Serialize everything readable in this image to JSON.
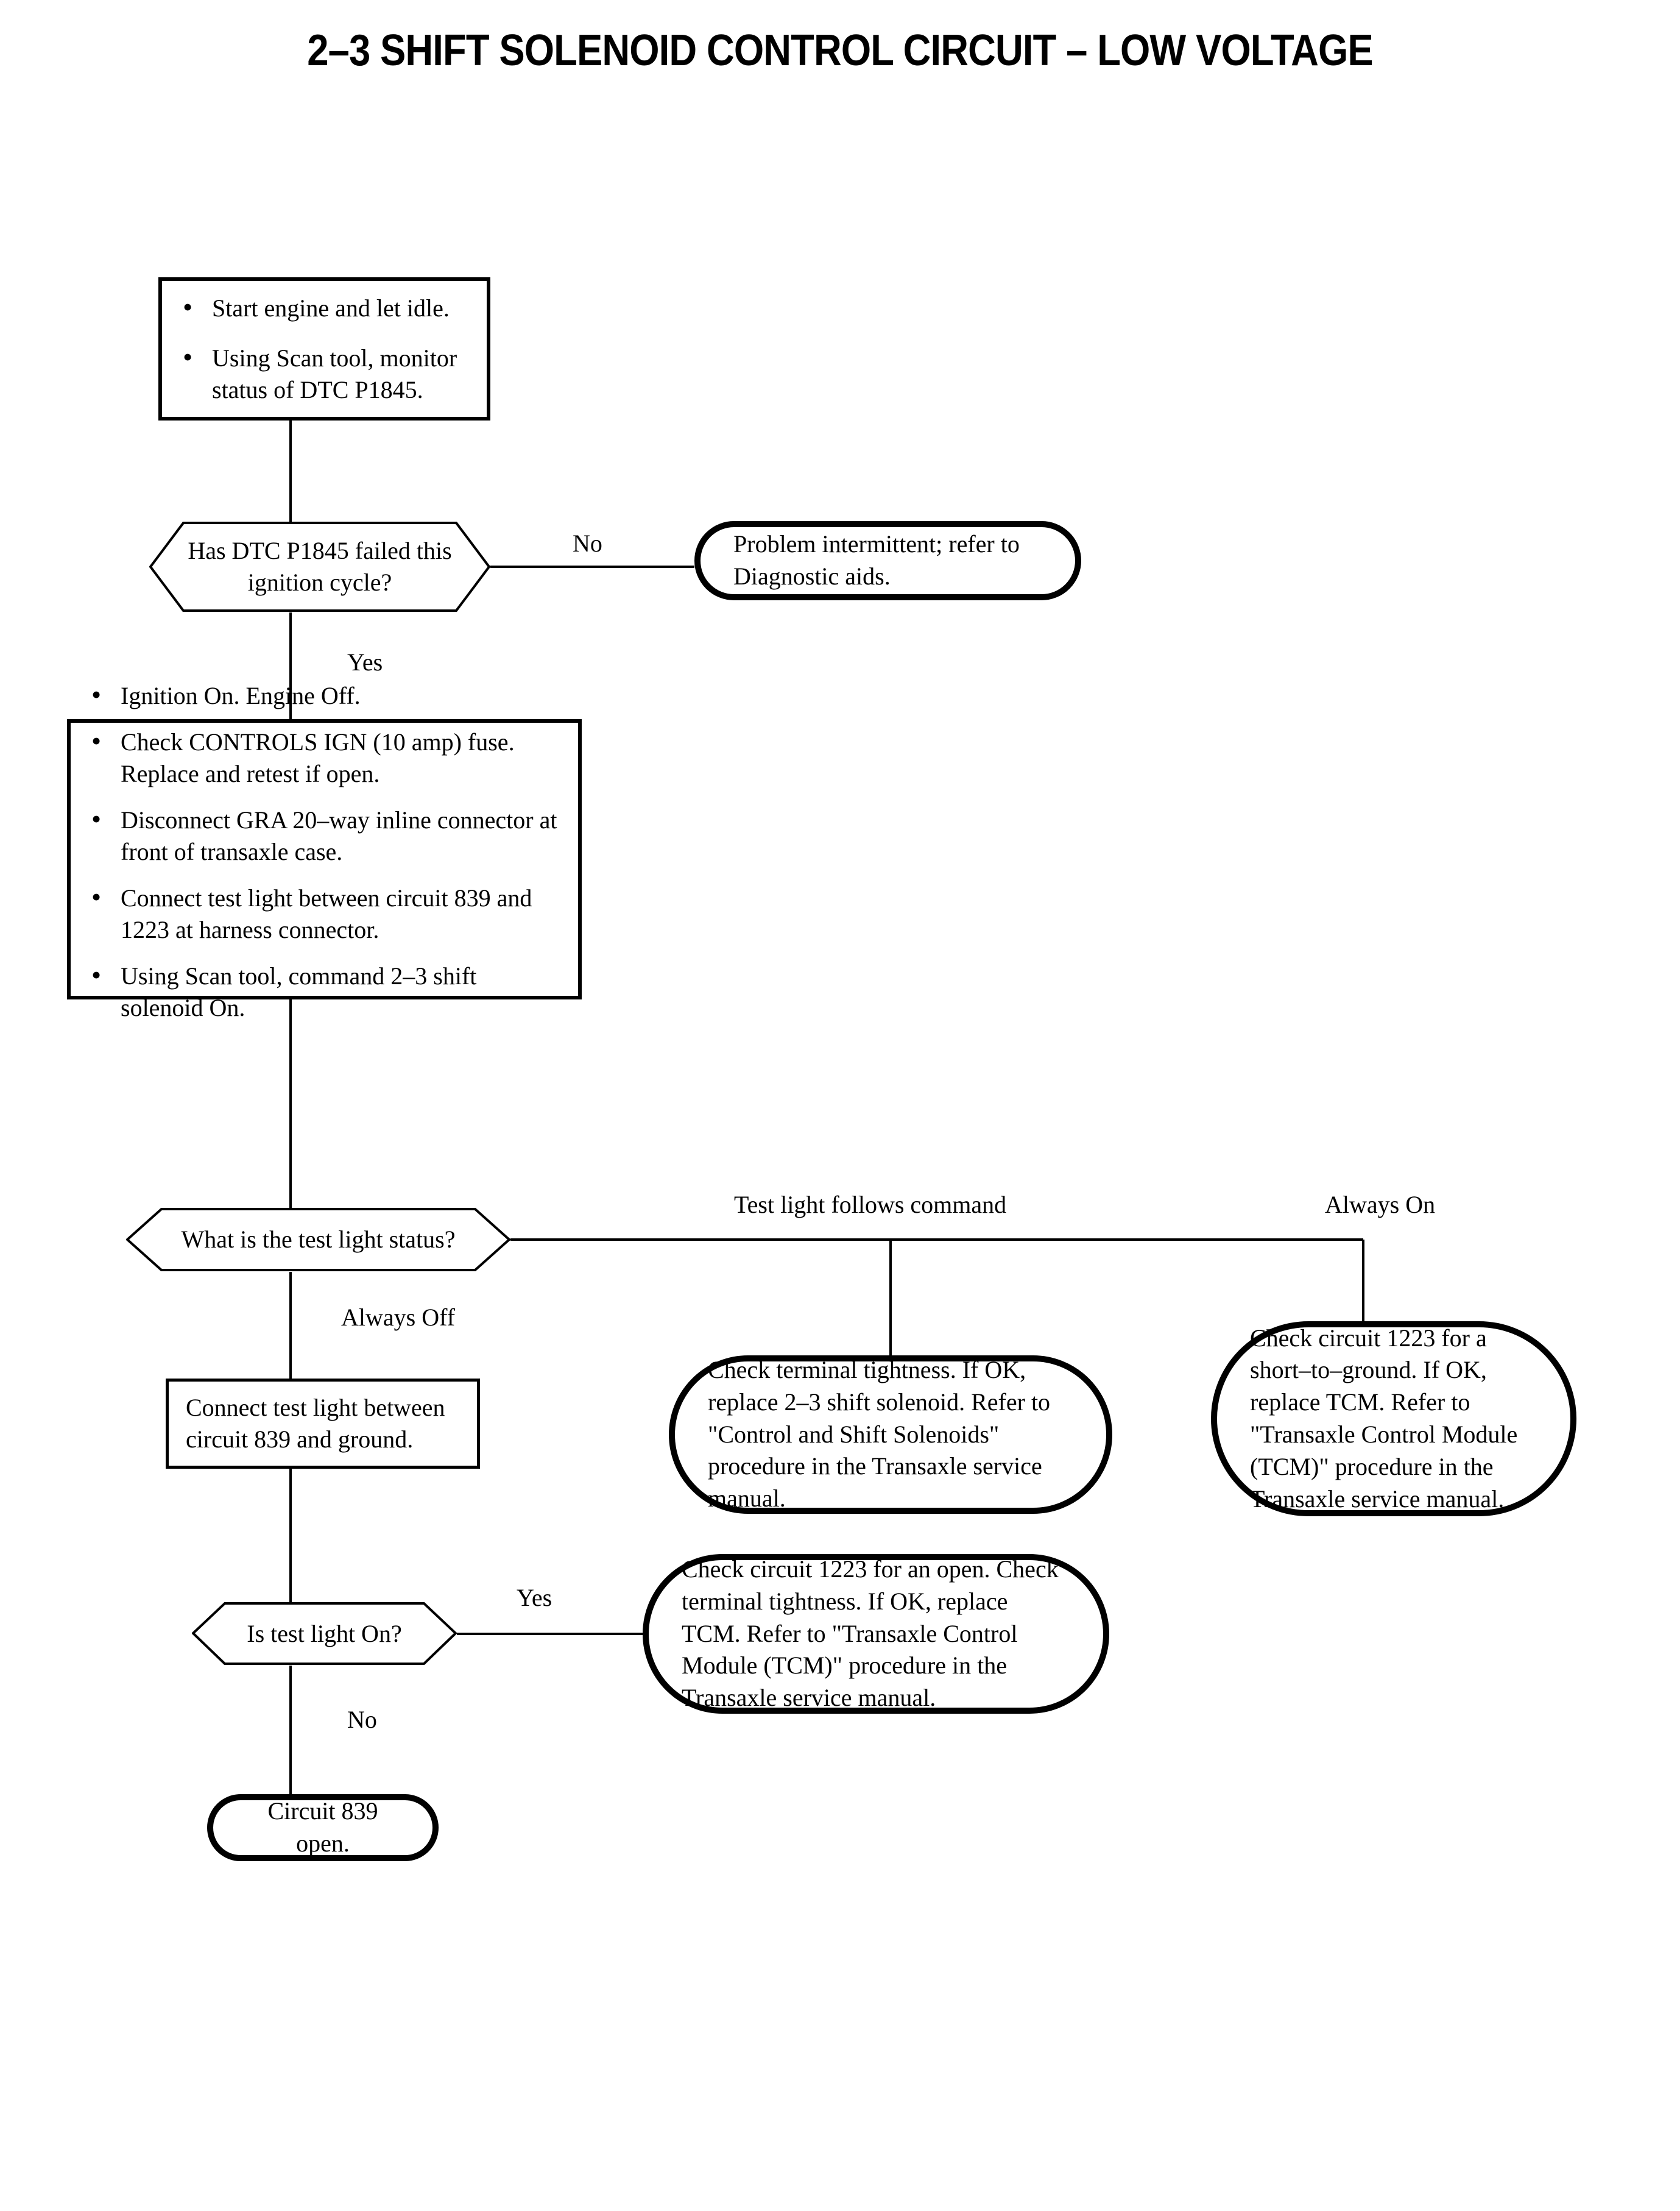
{
  "title": "2–3 SHIFT SOLENOID CONTROL CIRCUIT – LOW VOLTAGE",
  "colors": {
    "ink": "#000000",
    "paper": "#ffffff"
  },
  "nodes": {
    "start_step": {
      "type": "process",
      "bullets": [
        "Start engine and let idle.",
        "Using Scan tool, monitor status of DTC P1845."
      ]
    },
    "decision_dtc_failed": {
      "type": "decision",
      "text": "Has DTC P1845 failed this ignition cycle?"
    },
    "terminal_intermittent": {
      "type": "terminal",
      "text": "Problem intermittent; refer to Diagnostic aids."
    },
    "setup_step": {
      "type": "process",
      "bullets": [
        "Ignition On. Engine Off.",
        "Check CONTROLS IGN (10 amp) fuse. Replace and retest if open.",
        "Disconnect GRA 20–way inline connector at front of transaxle case.",
        "Connect test light between circuit 839 and 1223 at harness connector.",
        "Using Scan tool, command 2–3 shift solenoid On."
      ]
    },
    "decision_test_light_status": {
      "type": "decision",
      "text": "What is the test light status?"
    },
    "terminal_follows_command": {
      "type": "terminal",
      "text": "Check terminal tightness. If OK, replace 2–3 shift solenoid. Refer to \"Control and Shift Solenoids\" procedure in the Transaxle service manual."
    },
    "terminal_always_on": {
      "type": "terminal",
      "text": "Check circuit 1223 for a short–to–ground. If OK, replace TCM. Refer to \"Transaxle Control Module (TCM)\" procedure in the Transaxle service manual."
    },
    "connect_ground_step": {
      "type": "process",
      "text": "Connect test light between circuit 839 and ground."
    },
    "decision_test_light_on": {
      "type": "decision",
      "text": "Is test light On?"
    },
    "terminal_open_1223": {
      "type": "terminal",
      "text": "Check circuit 1223 for an open. Check terminal tightness. If OK, replace TCM. Refer to \"Transaxle Control Module (TCM)\" procedure in the Transaxle service manual."
    },
    "terminal_839_open": {
      "type": "terminal",
      "text": "Circuit 839 open."
    }
  },
  "edge_labels": {
    "no_dtc": "No",
    "yes_dtc": "Yes",
    "follows_command": "Test light follows command",
    "always_on": "Always On",
    "always_off": "Always Off",
    "yes_light_on": "Yes",
    "no_light_on": "No"
  }
}
